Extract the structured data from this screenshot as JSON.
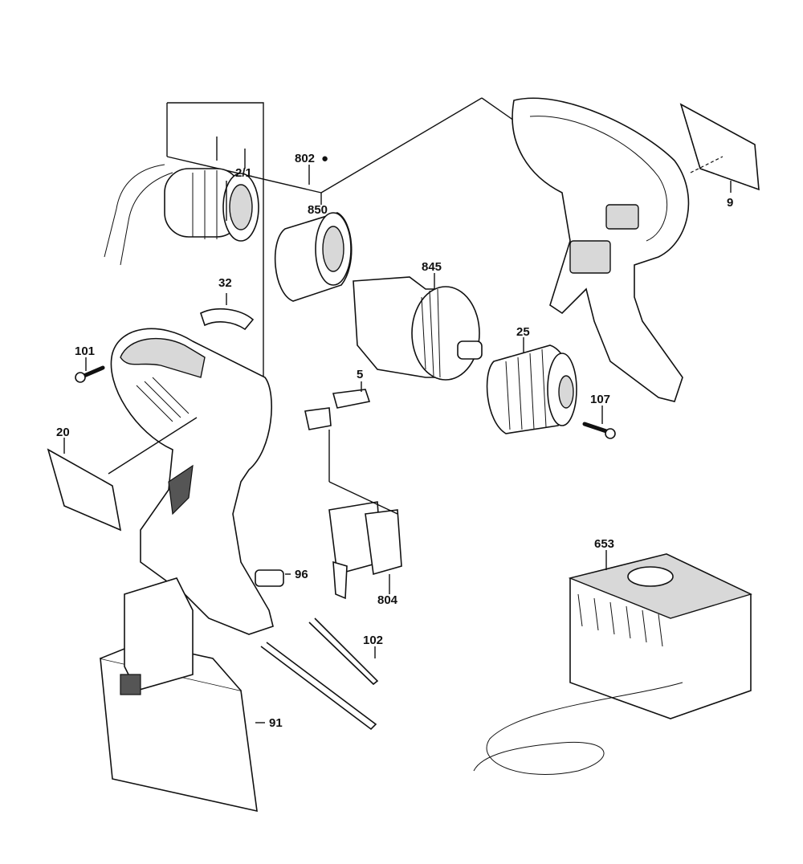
{
  "diagram": {
    "type": "exploded-parts-diagram",
    "subject": "cordless drill/driver",
    "labels": {
      "p2_1": "2/1",
      "p5": "5",
      "p9": "9",
      "p20": "20",
      "p25": "25",
      "p32": "32",
      "p91": "91",
      "p96": "96",
      "p101": "101",
      "p102": "102",
      "p107": "107",
      "p653": "653",
      "p802": "802",
      "p804": "804",
      "p845": "845",
      "p850": "850"
    },
    "marker_802": "●"
  }
}
